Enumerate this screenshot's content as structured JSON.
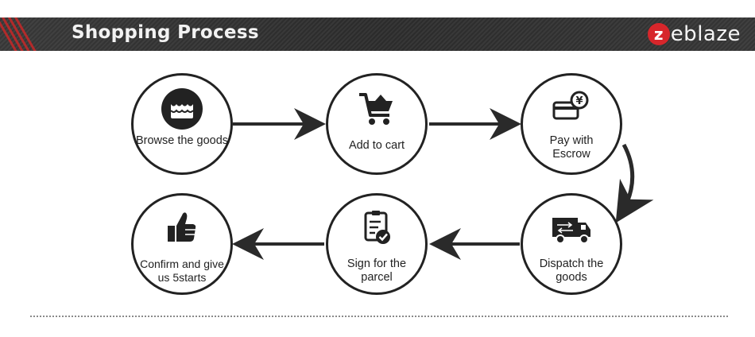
{
  "header": {
    "title": "Shopping Process",
    "brand_badge": "z",
    "brand_word": "eblaze"
  },
  "steps": [
    {
      "label": "Browse the goods",
      "icon": "shop-icon"
    },
    {
      "label": "Add to cart",
      "icon": "cart-icon"
    },
    {
      "label": "Pay with Escrow",
      "icon": "payment-card-icon"
    },
    {
      "label": "Dispatch the goods",
      "icon": "truck-icon"
    },
    {
      "label": "Sign for the parcel",
      "icon": "clipboard-check-icon"
    },
    {
      "label": "Confirm and give us 5starts",
      "icon": "thumbs-up-icon"
    }
  ],
  "colors": {
    "brand": "#d7262b",
    "banner": "#333333",
    "ink": "#222222"
  }
}
